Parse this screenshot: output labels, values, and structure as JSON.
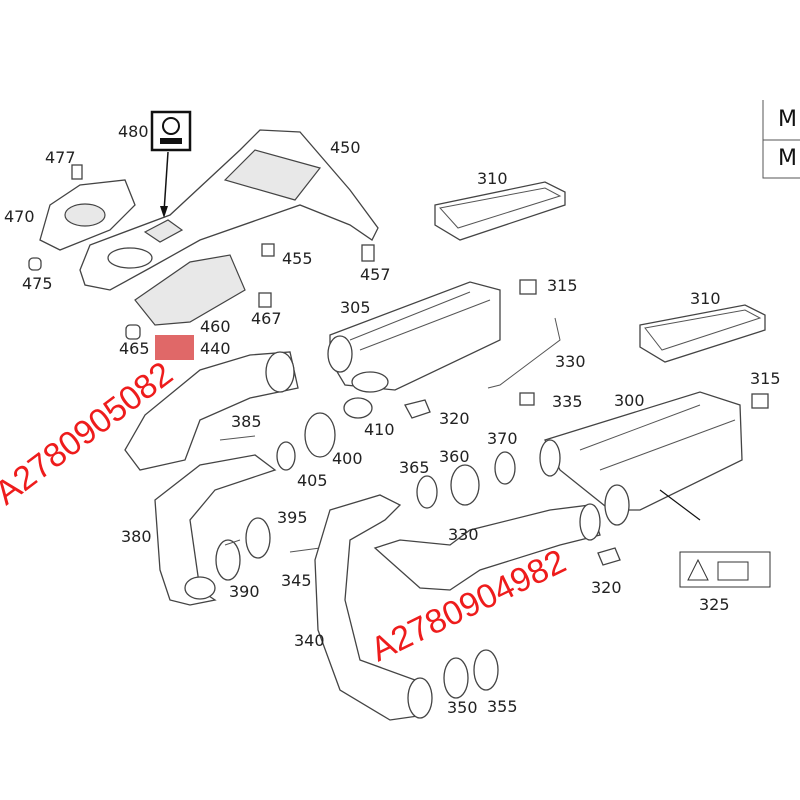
{
  "diagram": {
    "title_table": [
      "M",
      "M"
    ],
    "labels": {
      "p480": "480",
      "p450": "450",
      "p477": "477",
      "p470": "470",
      "p475": "475",
      "p455": "455",
      "p457": "457",
      "p467": "467",
      "p460": "460",
      "p465": "465",
      "p440": "440",
      "p310a": "310",
      "p315a": "315",
      "p305": "305",
      "p310b": "310",
      "p315b": "315",
      "p330": "330",
      "p335": "335",
      "p300": "300",
      "p320a": "320",
      "p410": "410",
      "p385": "385",
      "p400": "400",
      "p405": "405",
      "p370": "370",
      "p360": "360",
      "p365": "365",
      "p395": "395",
      "p380": "380",
      "p345": "345",
      "p390": "390",
      "p320b": "320",
      "p325": "325",
      "p340": "340",
      "p350": "350",
      "p355": "355",
      "p330b": "330"
    },
    "part_numbers": [
      "A2780905082",
      "A2780904982"
    ],
    "colors": {
      "highlight": "#e06868",
      "part_number_text": "#ee1c1c"
    }
  }
}
